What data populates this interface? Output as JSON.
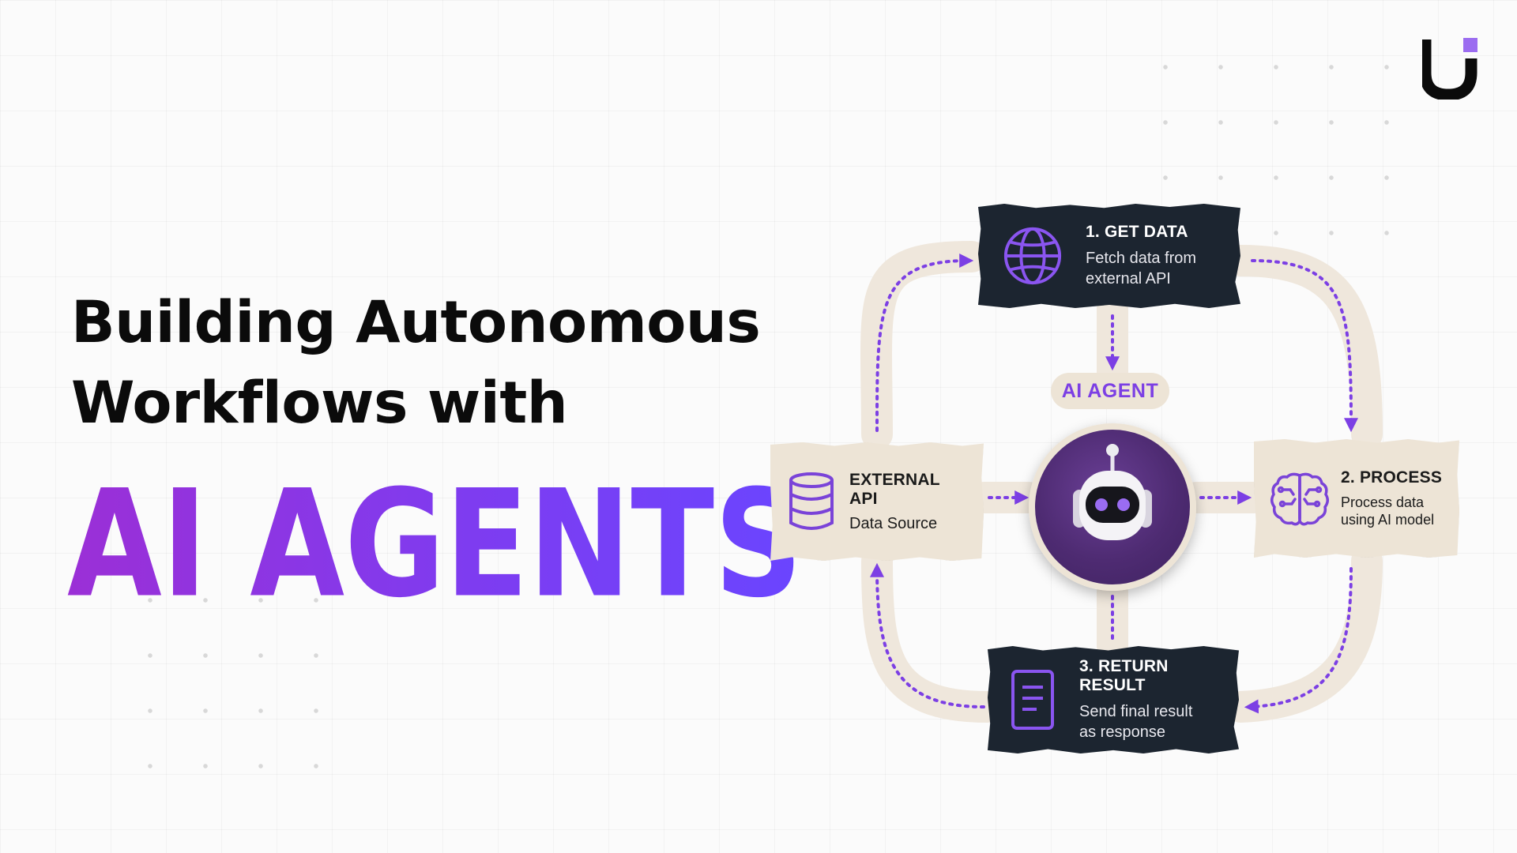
{
  "headline": {
    "line1": "Building Autonomous",
    "line2": "Workflows with",
    "hero": "AI AGENTS"
  },
  "diagram": {
    "center_label": "AI AGENT",
    "steps": {
      "get_data": {
        "title": "1. GET DATA",
        "desc_line1": "Fetch data from",
        "desc_line2": "external API",
        "icon": "globe-icon"
      },
      "process": {
        "title": "2. PROCESS",
        "desc_line1": "Process data",
        "desc_line2": "using AI model",
        "icon": "brain-icon"
      },
      "return_result": {
        "title": "3. RETURN RESULT",
        "desc_line1": "Send final result",
        "desc_line2": "as response",
        "icon": "document-icon"
      },
      "external_api": {
        "title": "EXTERNAL API",
        "desc": "Data Source",
        "icon": "database-icon"
      }
    }
  },
  "colors": {
    "accent": "#7c3fe4",
    "gradient_start": "#9b2fd6",
    "gradient_end": "#6a45ff",
    "card_dark": "#1c2530",
    "card_light": "#ede4d6",
    "text_dark": "#0b0b0b"
  }
}
